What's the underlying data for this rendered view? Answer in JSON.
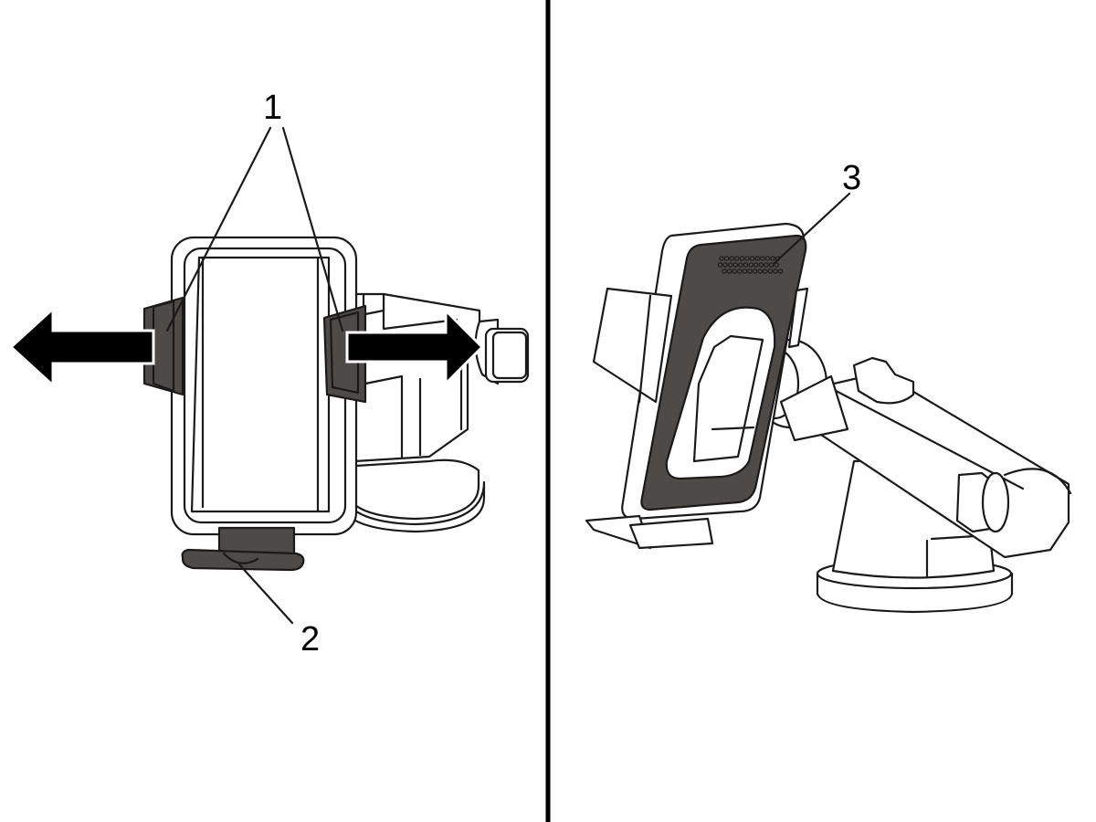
{
  "callouts": {
    "c1": "1",
    "c2": "2",
    "c3": "3"
  },
  "colors": {
    "line": "#1a1a1a",
    "pad": "#4d4a48",
    "arrow": "#000000",
    "background": "#ffffff"
  }
}
